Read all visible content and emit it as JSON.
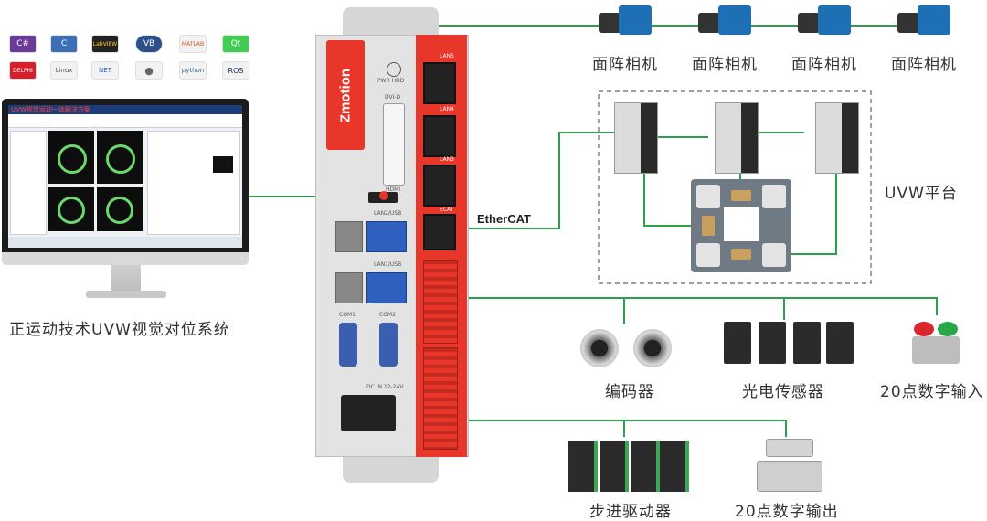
{
  "sdk_icons": [
    "C#",
    "C",
    "LabVIEW",
    "VB",
    "MATLAB",
    "Qt",
    "DELPHI",
    "Linux",
    "NET",
    "",
    "python",
    "ROS"
  ],
  "monitor": {
    "app_title": "UVW视觉运动一体解决方案",
    "caption": "正运动技术UVW视觉对位系统"
  },
  "controller": {
    "brand": "Zmotion",
    "led_labels": "PWR HDD",
    "dvi_label": "DVI-D",
    "hdmi_label": "HDMI",
    "lan2_usb": "LAN2/USB",
    "lan1_usb": "LAN1/USB",
    "com1": "COM1",
    "com2": "COM2",
    "dc_in": "DC IN 12-24V",
    "ports": [
      "LAN5",
      "LAN4",
      "LAN3",
      "ECAT"
    ]
  },
  "ethercat_label": "EtherCAT",
  "cameras": [
    "面阵相机",
    "面阵相机",
    "面阵相机",
    "面阵相机"
  ],
  "uvw_label": "UVW平台",
  "io_devices": {
    "encoder": "编码器",
    "photo_sensor": "光电传感器",
    "digital_in": "20点数字输入",
    "stepper": "步进驱动器",
    "digital_out": "20点数字输出"
  },
  "colors": {
    "wire": "#2aa14a",
    "panel_red": "#e8362b",
    "camera_blue": "#1f6fb5"
  }
}
